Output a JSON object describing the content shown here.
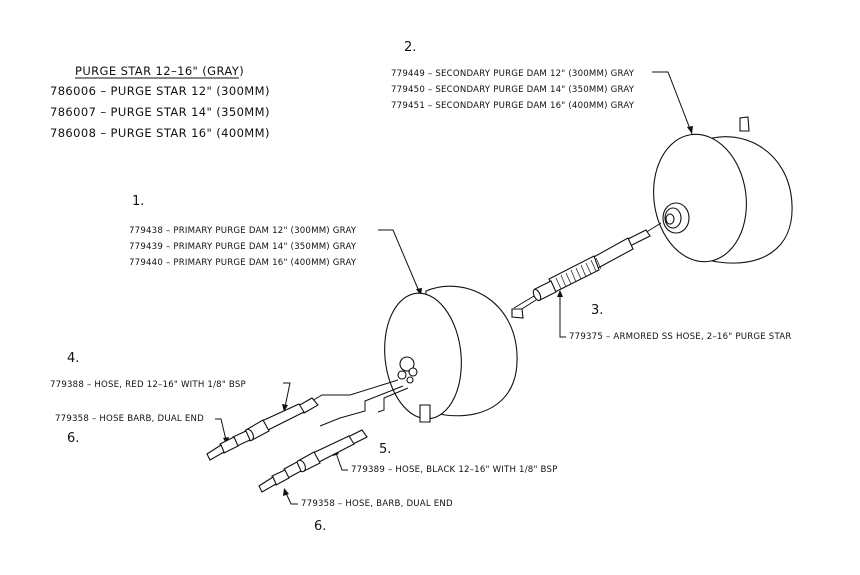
{
  "kit": {
    "title": "PURGE STAR 12–16\" (GRAY)",
    "items": [
      "786006 – PURGE STAR 12\" (300MM)",
      "786007 – PURGE STAR 14\" (350MM)",
      "786008 – PURGE STAR 16\" (400MM)"
    ]
  },
  "callouts": {
    "c1": "1.",
    "c2": "2.",
    "c3": "3.",
    "c4": "4.",
    "c5": "5.",
    "c6a": "6.",
    "c6b": "6."
  },
  "labels": {
    "secondary": [
      "779449 – SECONDARY PURGE DAM 12\" (300MM) GRAY",
      "779450 – SECONDARY PURGE DAM 14\" (350MM) GRAY",
      "779451 – SECONDARY PURGE DAM 16\" (400MM) GRAY"
    ],
    "primary": [
      "779438 – PRIMARY PURGE DAM 12\" (300MM) GRAY",
      "779439 – PRIMARY PURGE DAM 14\" (350MM) GRAY",
      "779440 – PRIMARY PURGE DAM 16\" (400MM) GRAY"
    ],
    "armored_hose": "779375 – ARMORED SS HOSE, 2–16\" PURGE STAR",
    "hose_red": "779388 – HOSE, RED 12–16\" WITH 1/8\" BSP",
    "hose_barb_1": "779358 – HOSE BARB, DUAL END",
    "hose_black": "779389 – HOSE, BLACK 12–16\" WITH 1/8\" BSP",
    "hose_barb_2": "779358 – HOSE, BARB, DUAL END"
  }
}
